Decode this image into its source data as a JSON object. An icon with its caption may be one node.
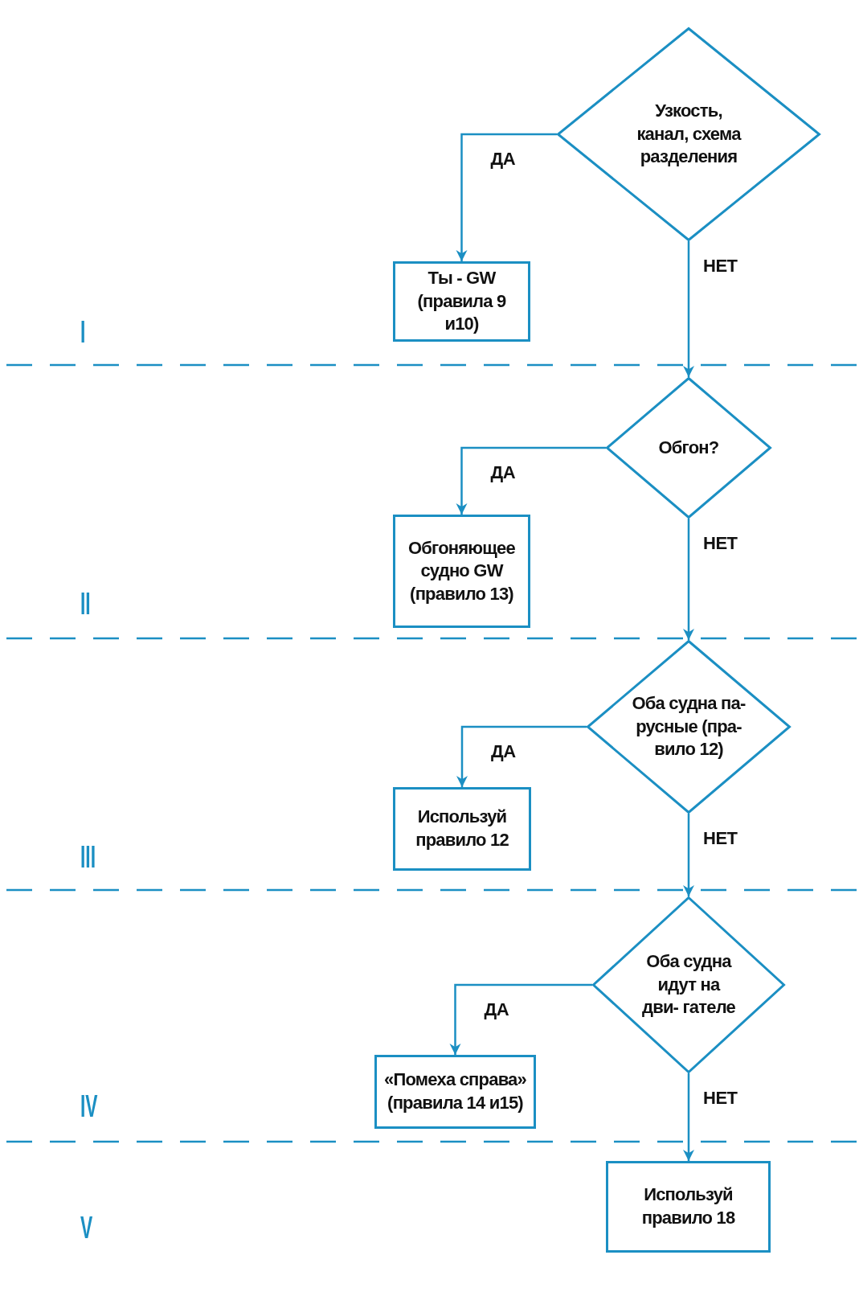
{
  "diagram": {
    "nodes": [
      {
        "text": [
          "Узкость, канал, схема разделения"
        ]
      },
      {
        "text": [
          "Ты - GW (правила 9 и10)"
        ]
      },
      {
        "text": [
          "Обгон?"
        ]
      },
      {
        "text": [
          "Обгоняющее судно GW (правило 13)"
        ]
      },
      {
        "text": [
          "Оба судна па- русные (пра- вило 12)"
        ]
      },
      {
        "text": [
          "Используй правило 12"
        ]
      },
      {
        "text": [
          "Оба судна идут на дви- гателе"
        ]
      },
      {
        "text": [
          "«Помеха справа» (правила 14 и15)"
        ]
      },
      {
        "text": [
          "Используй правило 18"
        ]
      }
    ],
    "edges": [
      {
        "from": 0,
        "to": 1,
        "arrow": "to",
        "label": "ДА"
      },
      {
        "from": 0,
        "to": 2,
        "arrow": "to",
        "label": "НЕТ"
      },
      {
        "from": 2,
        "to": 3,
        "arrow": "to",
        "label": "ДА"
      },
      {
        "from": 2,
        "to": 4,
        "arrow": "to",
        "label": "НЕТ"
      },
      {
        "from": 4,
        "to": 5,
        "arrow": "to",
        "label": "ДА"
      },
      {
        "from": 4,
        "to": 6,
        "arrow": "to",
        "label": "НЕТ"
      },
      {
        "from": 6,
        "to": 7,
        "arrow": "to",
        "label": "ДА"
      },
      {
        "from": 6,
        "to": 8,
        "arrow": "to",
        "label": "НЕТ"
      }
    ],
    "labels": [
      "I",
      "II",
      "III",
      "IV",
      "V"
    ]
  }
}
